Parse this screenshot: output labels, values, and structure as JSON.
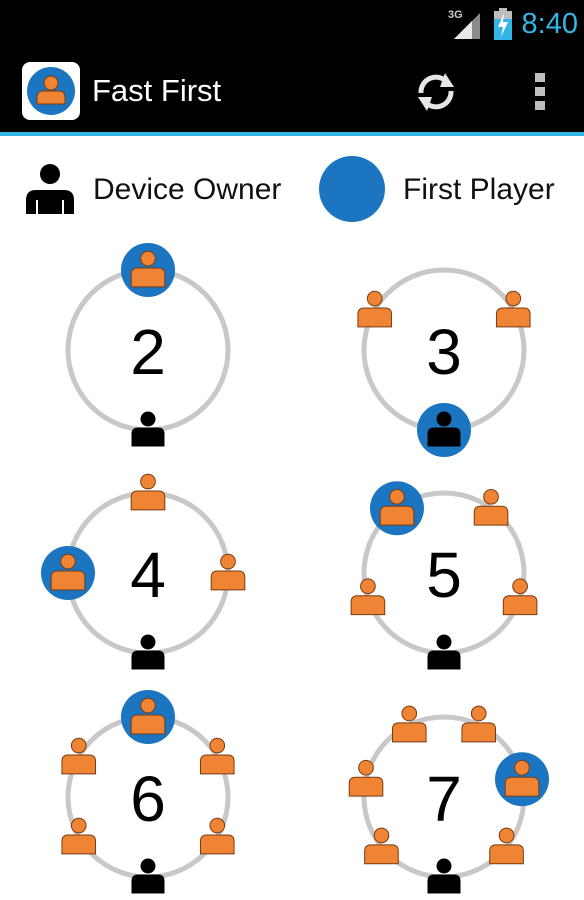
{
  "status_bar": {
    "network_label": "3G",
    "time": "8:40"
  },
  "action_bar": {
    "title": "Fast First",
    "app_icon": "person-in-blue-circle-icon",
    "refresh_icon": "refresh-icon",
    "overflow_icon": "overflow-menu-icon"
  },
  "legend": {
    "owner_label": "Device Owner",
    "first_label": "First Player"
  },
  "colors": {
    "first_player": "#1b75c0",
    "player": "#ef8534",
    "owner": "#000000",
    "ring": "#c8c8c8",
    "accent": "#33b5e5"
  },
  "tables": [
    {
      "count": "2",
      "first_player_seat": 1
    },
    {
      "count": "3",
      "first_player_seat": 0
    },
    {
      "count": "4",
      "first_player_seat": 1
    },
    {
      "count": "5",
      "first_player_seat": 2
    },
    {
      "count": "6",
      "first_player_seat": 3
    },
    {
      "count": "7",
      "first_player_seat": 5
    }
  ]
}
